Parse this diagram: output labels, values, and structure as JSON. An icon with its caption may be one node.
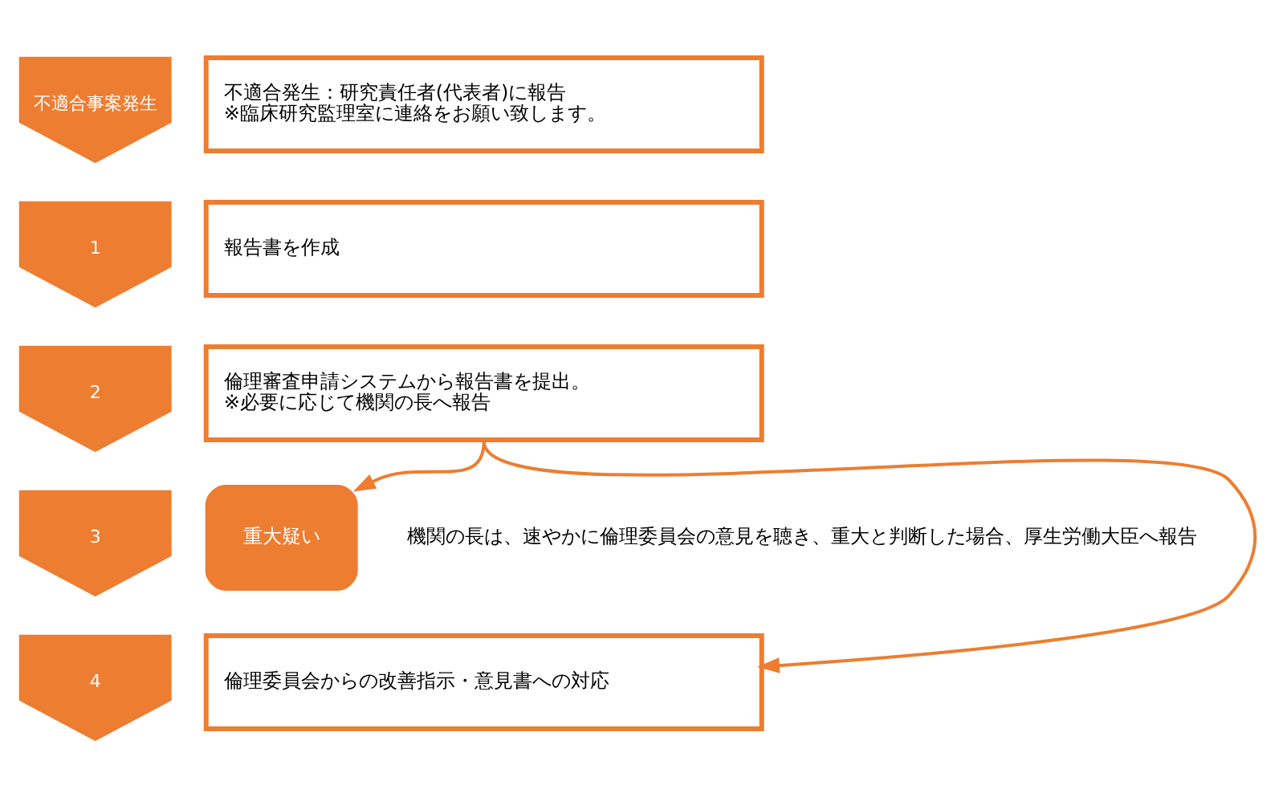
{
  "diagram": {
    "nodes": [
      {
        "text": [
          "不適合事案発生"
        ]
      },
      {
        "text": [
          "不適合発生：研究責任者(代表者)に報告",
          "※臨床研究監理室に連絡をお願い致します。"
        ]
      },
      {
        "text": [
          "1"
        ]
      },
      {
        "text": [
          "報告書を作成"
        ]
      },
      {
        "text": [
          "2"
        ]
      },
      {
        "text": [
          "倫理審査申請システムから報告書を提出。",
          "※必要に応じて機関の長へ報告"
        ]
      },
      {
        "text": [
          "3"
        ]
      },
      {
        "text": [
          "重大疑い"
        ],
        "beside": [
          "機関の長は、速やかに倫理委員会の意見を聴き、重大と判断した場合、厚生労働大臣へ報告"
        ]
      },
      {
        "text": [
          "4"
        ]
      },
      {
        "text": [
          "倫理委員会からの改善指示・意見書への対応"
        ]
      }
    ],
    "edges": [
      {
        "from": 5,
        "to": 7,
        "arrow": "to"
      },
      {
        "from": 5,
        "to": 9,
        "arrow": "to"
      }
    ]
  }
}
